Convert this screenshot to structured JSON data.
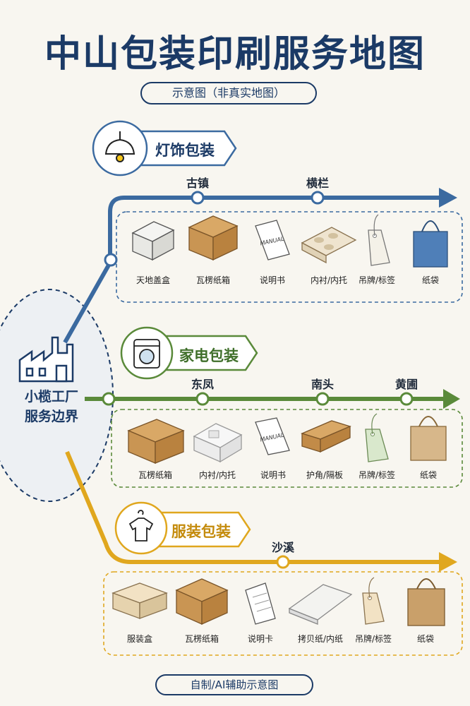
{
  "title": "中山包装印刷服务地图",
  "subtitle": "示意图（非真实地图）",
  "factory": {
    "line1": "小榄工厂",
    "line2": "服务边界"
  },
  "footer": "自制/AI辅助示意图",
  "colors": {
    "lighting": "#3b6aa0",
    "appliance": "#5a8a3a",
    "clothing": "#e0a71e",
    "navy": "#1b3a66"
  },
  "categories": [
    {
      "name": "灯饰包装",
      "icon": "pendant-lamp-icon",
      "stations": [
        "古镇",
        "横栏"
      ],
      "items": [
        "天地盖盒",
        "瓦楞纸箱",
        "说明书",
        "内衬/内托",
        "吊牌/标签",
        "纸袋"
      ]
    },
    {
      "name": "家电包装",
      "icon": "washing-machine-icon",
      "stations": [
        "东凤",
        "南头",
        "黄圃"
      ],
      "items": [
        "瓦楞纸箱",
        "内衬/内托",
        "说明书",
        "护角/隔板",
        "吊牌/标签",
        "纸袋"
      ]
    },
    {
      "name": "服装包装",
      "icon": "shirt-hanger-icon",
      "stations": [
        "沙溪"
      ],
      "items": [
        "服装盒",
        "瓦楞纸箱",
        "说明卡",
        "拷贝纸/内纸",
        "吊牌/标签",
        "纸袋"
      ]
    }
  ],
  "manual_text": "MANUAL"
}
